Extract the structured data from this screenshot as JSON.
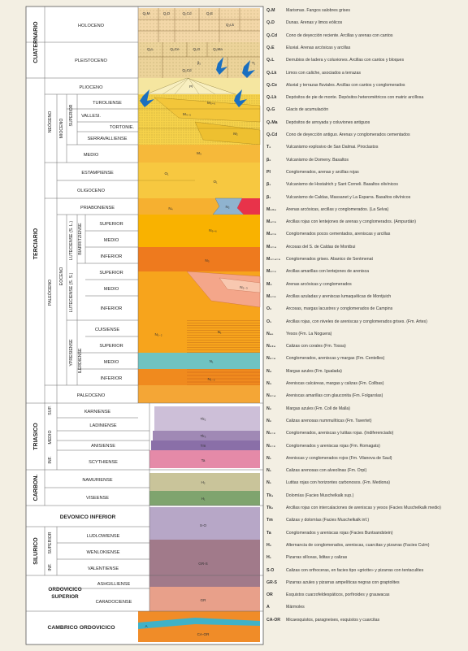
{
  "columns": {
    "eras": [
      {
        "id": "cuaternario",
        "label": "CUATERNARIO"
      },
      {
        "id": "terciario",
        "label": "TERCIARIO"
      },
      {
        "id": "triasico",
        "label": "TRIASICO"
      },
      {
        "id": "carbon",
        "label": "CARBON."
      },
      {
        "id": "silurico",
        "label": "SILURICO"
      }
    ],
    "subgroups": {
      "neogeno": "NEÓGENO",
      "paleogeno": "PALEÓGENO",
      "mioceno": "MIOCENO",
      "eoceno": "EOCENO",
      "superior_neo": "SUPERIOR",
      "luteciense_sl": "LUTECIENSE (S. L.)",
      "luteciense_ss": "LUTECIENSE (S. S.)",
      "biarritziense": "BIARRITZIENSE",
      "ypresiense": "YPRESIENSE",
      "ilerdiense": "ILERDIENSE",
      "sup": "SUP.",
      "medio": "MEDIO",
      "inf": "INF.",
      "superior_sil": "SUPERIOR",
      "inf_sil": "INF."
    },
    "stages": {
      "holoceno": "HOLOCENO",
      "pleistoceno": "PLEISTOCENO",
      "plioceno": "PLIOCENO",
      "turoliense": "TUROLIENSE",
      "valles": "VALLESI.",
      "tortonie": "TORTONIE.",
      "serravalliense": "SERRAVALLIENSE",
      "medio_mio": "MEDIO",
      "estampiense": "ESTAMPIENSE",
      "oligoceno": "OLIGOCENO",
      "priaboniense": "PRIABONIENSE",
      "superior1": "SUPERIOR",
      "medio1": "MEDIO",
      "inferior1": "INFERIOR",
      "superior2": "SUPERIOR",
      "medio2": "MEDIO",
      "inferior2": "INFERIOR",
      "cuisiense": "CUISIENSE",
      "superior3": "SUPERIOR",
      "medio3": "MEDIO",
      "inferior3": "INFERIOR",
      "paleoceno": "PALEOCENO",
      "karniense": "KARNIENSE",
      "ladiniense": "LADINIENSE",
      "anisiense": "ANISIENSE",
      "scythiense": "SCYTHIENSE",
      "namuriense": "NAMURIENSE",
      "viseense": "VISEENSE",
      "devonico": "DEVONICO INFERIOR",
      "ludlowiense": "LUDLOWIENSE",
      "wenlokiense": "WENLOKIENSE",
      "valentiense": "VALENTIENSE",
      "ashgilliense": "ASHGILLIENSE",
      "caradociense": "CARADOCIENSE",
      "ordovicico": "ORDOVICICO SUPERIOR",
      "ordovicico1": "ORDOVICICO",
      "ordovicico2": "SUPERIOR",
      "cambrico": "CAMBRICO ORDOVICICO"
    }
  },
  "units": {
    "qm": "Q₁M",
    "qd": "Q₁D",
    "qcd": "Q₁Cd",
    "qe": "Q₁E",
    "qlk": "Q₂Lk",
    "qcl": "Q₂L",
    "qce": "Q₂Ce",
    "qg": "Q₂G",
    "qma": "Q₂Ma",
    "qcd2": "Q₂Cd",
    "pl": "Pl",
    "b": "β₂",
    "t": "T₂",
    "ms": "M₅₊₆",
    "m4": "M₄₋₅",
    "m2": "M₂",
    "m3": "M₃",
    "o1": "O₁",
    "o2": "O₁",
    "n4": "N₄",
    "n5": "N₅₊₆",
    "n3": "N₃",
    "n2": "N₂₋₃",
    "n1": "N₁",
    "n12": "N₁₋₂",
    "nx": "N₂",
    "tk2": "Tk₂",
    "tk3": "Tk₃",
    "tm": "Tm",
    "ta": "Ta",
    "h2": "H₂",
    "h1": "H₁",
    "so": "S-O",
    "grs": "GR-S",
    "gr": "GR",
    "ca": "CA-OR",
    "a": "A"
  },
  "legend": [
    {
      "code": "Q₁M",
      "desc": "Marismas. Fangos salobres grises"
    },
    {
      "code": "Q₁D",
      "desc": "Dunas. Arenas y limos eólicos"
    },
    {
      "code": "Q₁Cd",
      "desc": "Cono de deyección reciente. Arcillas y arenas con cantos"
    },
    {
      "code": "Q₁E",
      "desc": "Eluvial. Arenas arcósicas y arcillas"
    },
    {
      "code": "Q₂L",
      "desc": "Derrubios de ladera y coluviones. Arcillas con cantos y bloques"
    },
    {
      "code": "Q₂Lk",
      "desc": "Limos con caliche, asociados a terrazas"
    },
    {
      "code": "Q₂Ce",
      "desc": "Aluvial y terrazas fluviales. Arcillas con cantos y conglomerados"
    },
    {
      "code": "Q₂Lk",
      "desc": "Depósitos de pie de monte. Depósitos heterométricos con matriz arcillosa"
    },
    {
      "code": "Q₂G",
      "desc": "Glacis de acumulación"
    },
    {
      "code": "Q₂Ma",
      "desc": "Depósitos de arroyada y coluviones antiguos"
    },
    {
      "code": "Q₂Cd",
      "desc": "Cono de deyección antiguo. Arenas y conglomerados cementados"
    },
    {
      "code": "T₂",
      "desc": "Vulcanismo explosivo de San Dalmai. Piroclastos"
    },
    {
      "code": "β₂",
      "desc": "Vulcanismo de Domeny. Basaltos"
    },
    {
      "code": "Pl",
      "desc": "Conglomerados, arenas y arcillas rojas"
    },
    {
      "code": "β₁",
      "desc": "Vulcanismo de Hostalrich y Sant Corneli. Basaltos olivínicos"
    },
    {
      "code": "β₁",
      "desc": "Vulcanismo de Caldas, Massanet y La Esparra. Basaltos olivínicos"
    },
    {
      "code": "M₅₊₆",
      "desc": "Arenas arcósicas, arcillas y conglomerados. (La Selva)"
    },
    {
      "code": "M₄₋₅",
      "desc": "Arcillas rojas con lentejones de arenas y conglomerados. (Ampurdán)"
    },
    {
      "code": "M₄₋₅",
      "desc": "Conglomerados pocos cementados, areniscas y arcillas"
    },
    {
      "code": "M₃₋₄",
      "desc": "Arcosas del S. de Caldas de Montbui"
    },
    {
      "code": "M₃₋₄₋₅",
      "desc": "Conglomerados grises. Abanico de Sentmenat"
    },
    {
      "code": "M₂₋₃",
      "desc": "Arcillas amarillas con lentejones de arenisca"
    },
    {
      "code": "M₂",
      "desc": "Arenas arcósicas y conglomerados"
    },
    {
      "code": "M₁₋₂",
      "desc": "Arcillas azuladas y areniscas lumaquélicas de Montjuich"
    },
    {
      "code": "O₂",
      "desc": "Arcosas, margas lacustres y conglomerados de Campins"
    },
    {
      "code": "O₁",
      "desc": "Arcillas rojas, con niveles de areniscas y conglomerados grises. (Fm. Artes)"
    },
    {
      "code": "N₆₀",
      "desc": "Yesos (Fm. La Noguera)"
    },
    {
      "code": "N₅₊₆",
      "desc": "Calizas con corales (Fm. Tossa)"
    },
    {
      "code": "N₅₋₆",
      "desc": "Conglomerados, areniscas y margas (Fm. Centelles)"
    },
    {
      "code": "N₄",
      "desc": "Margas azules (Fm. Igualada)"
    },
    {
      "code": "N₃",
      "desc": "Areniscas calcáreas, margas y calizas (Fm. Collbas)"
    },
    {
      "code": "N₃₋₄",
      "desc": "Areniscas amarillas con glauconita (Fm. Folgarolas)"
    },
    {
      "code": "N₂",
      "desc": "Margas azules (Fm. Coll de Malla)"
    },
    {
      "code": "N₂",
      "desc": "Calizas arenosas nummulíticas (Fm. Tavertet)"
    },
    {
      "code": "N₁₋₂",
      "desc": "Conglomerados, areniscas y lutitas rojas. (Indiferenciado)"
    },
    {
      "code": "N₁₋₂",
      "desc": "Conglomerados y areniscas rojas (Fm. Romagats)"
    },
    {
      "code": "N₁",
      "desc": "Areniscas y conglomerados rojos (Fm. Vilanova de Saul)"
    },
    {
      "code": "N₁",
      "desc": "Calizas arenosas con alveolinas (Fm. Orpi)"
    },
    {
      "code": "N₁",
      "desc": "Lutitas rojas con horizontes carbonosos. (Fm. Mediona)"
    },
    {
      "code": "Tk₃",
      "desc": "Dolomías (Facies Muschelkalk sup.)"
    },
    {
      "code": "Tk₂",
      "desc": "Arcillas rojas con intercalaciones de areniscas y yesos (Facies Muschelkalk medio)"
    },
    {
      "code": "Tm",
      "desc": "Calizas y dolomías (Facies Muschelkalk inf.)"
    },
    {
      "code": "Ta",
      "desc": "Conglomerados y areniscas rojas (Facies Buntsandstein)"
    },
    {
      "code": "H₂",
      "desc": "Alternancia de conglomerados, areniscas, cuarcitas y pizarras (Facies Culm)"
    },
    {
      "code": "H₁",
      "desc": "Pizarras silíceas, liditas y calizas"
    },
    {
      "code": "S-O",
      "desc": "Calizas con orthoceras, en facies tipo «griotte» y pizarras con tentaculites"
    },
    {
      "code": "GR-S",
      "desc": "Pizarras azules y pizarras ampelíticas negras con graptolites"
    },
    {
      "code": "OR",
      "desc": "Esquistos cuarzofeldespáticos, porfiroides y grauwacas"
    },
    {
      "code": "A",
      "desc": "Mármoles"
    },
    {
      "code": "CA-OR",
      "desc": "Micaesquistos, paragneises, esquistos y cuarcitas"
    }
  ]
}
